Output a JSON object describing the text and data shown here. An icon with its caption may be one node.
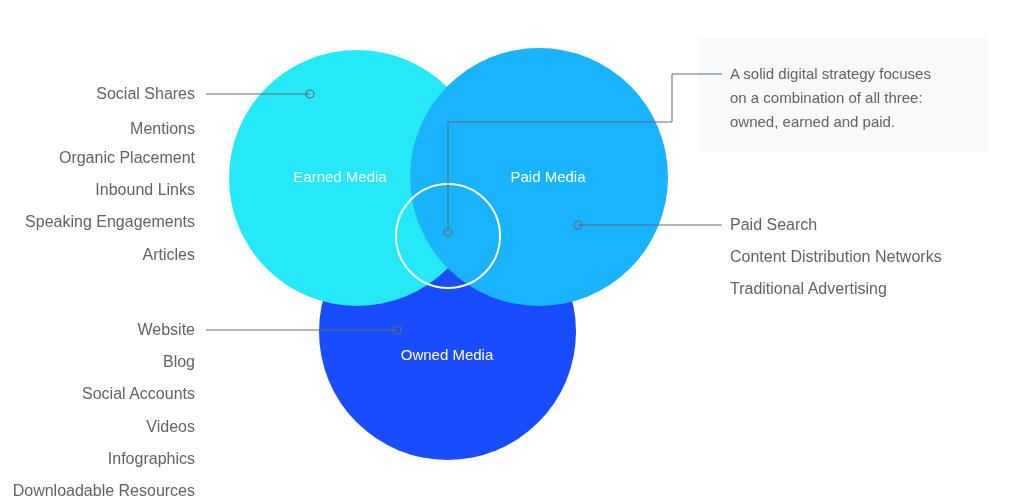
{
  "diagram": {
    "nodes": [
      {
        "text": [
          "Earned Media"
        ]
      },
      {
        "text": [
          "Paid Media"
        ]
      },
      {
        "text": [
          "Owned Media"
        ]
      },
      {
        "text": [],
        "shape": "circle"
      },
      {
        "text": [
          "Social Shares"
        ]
      },
      {
        "text": [
          "A solid digital strategy focuses on a combination of all three: owned, earned and paid."
        ]
      },
      {
        "text": [
          "Paid Search"
        ]
      },
      {
        "text": [
          "Website"
        ]
      }
    ],
    "edges": [
      {
        "from": 4,
        "to": 0,
        "arrow": "other"
      },
      {
        "from": 5,
        "to": 3,
        "arrow": "other"
      },
      {
        "from": 6,
        "to": 1,
        "arrow": "other"
      },
      {
        "from": 7,
        "to": 2,
        "arrow": "other"
      }
    ],
    "labels": [
      "Mentions",
      "Organic Placement",
      "Inbound Links",
      "Speaking Engagements",
      "Articles",
      "Content Distribution Networks",
      "Traditional Advertising",
      "Blog",
      "Social Accounts",
      "Videos",
      "Infographics",
      "Downloadable Resources"
    ]
  }
}
